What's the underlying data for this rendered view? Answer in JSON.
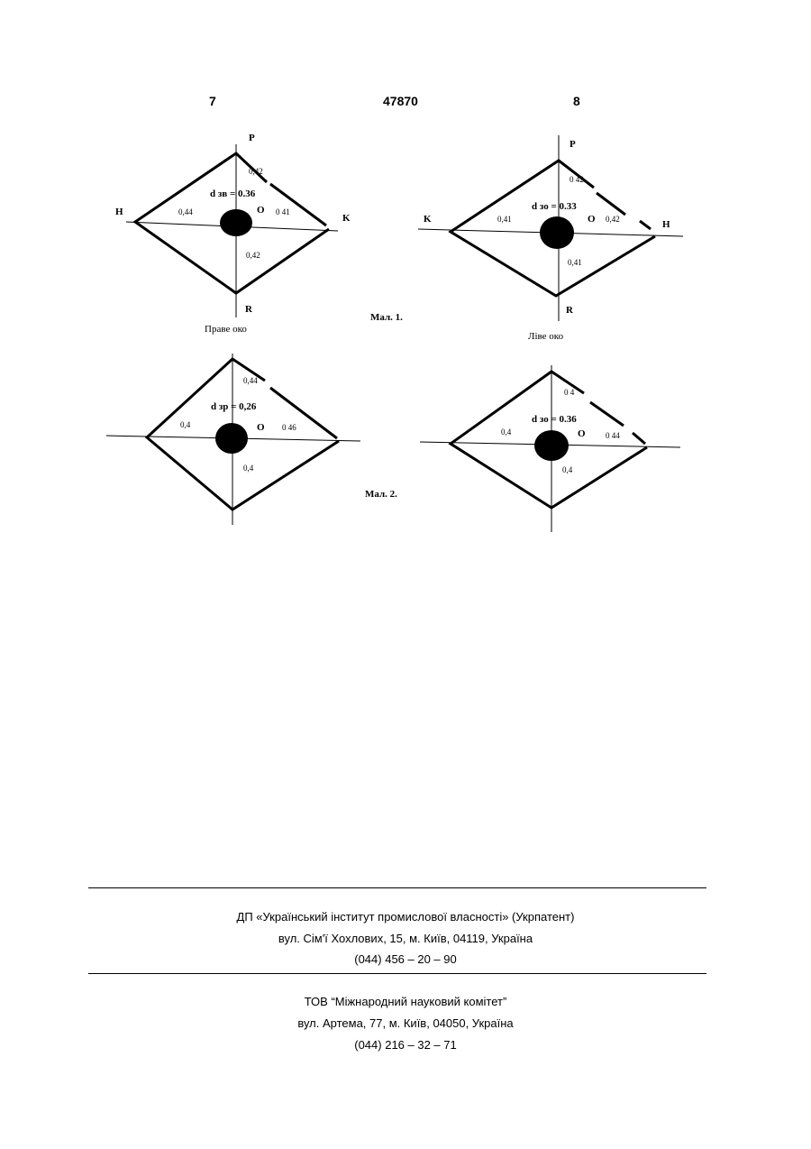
{
  "header": {
    "page_left": "7",
    "patent_no": "47870",
    "page_right": "8"
  },
  "figures": {
    "fig1_caption": "Мал. 1.",
    "fig2_caption": "Мал. 2.",
    "right_eye": "Праве око",
    "left_eye": "Ліве око",
    "d1_right": "d зв = 0.36",
    "d1_left": "d зо = 0.33",
    "d2_right": "d зр = 0,26",
    "d2_left": "d зо = 0.36",
    "v1r_top": "0,42",
    "v1r_left": "0,44",
    "v1r_right": "0 41",
    "v1r_bottom": "0,42",
    "v1l_top": "0 42",
    "v1l_left": "0,41",
    "v1l_right": "0,42",
    "v1l_bottom": "0,41",
    "v2r_top": "0,44",
    "v2r_left": "0,4",
    "v2r_right": "0 46",
    "v2r_bottom": "0,4",
    "v2l_top": "0 4",
    "v2l_left": "0,4",
    "v2l_right": "0 44",
    "v2l_bottom": "0,4",
    "point_P": "P",
    "point_R": "R",
    "point_H": "H",
    "point_K": "K",
    "point_O": "O"
  },
  "footer": {
    "org1_name": "ДП «Український інститут промислової власності» (Укрпатент)",
    "org1_address": "вул. Сім'ї Хохлових, 15, м. Київ, 04119, Україна",
    "org1_phone": "(044) 456 – 20 – 90",
    "org2_name": "ТОВ “Міжнародний науковий комітет”",
    "org2_address": "вул. Артема, 77, м. Київ, 04050, Україна",
    "org2_phone": "(044) 216 – 32 – 71"
  }
}
